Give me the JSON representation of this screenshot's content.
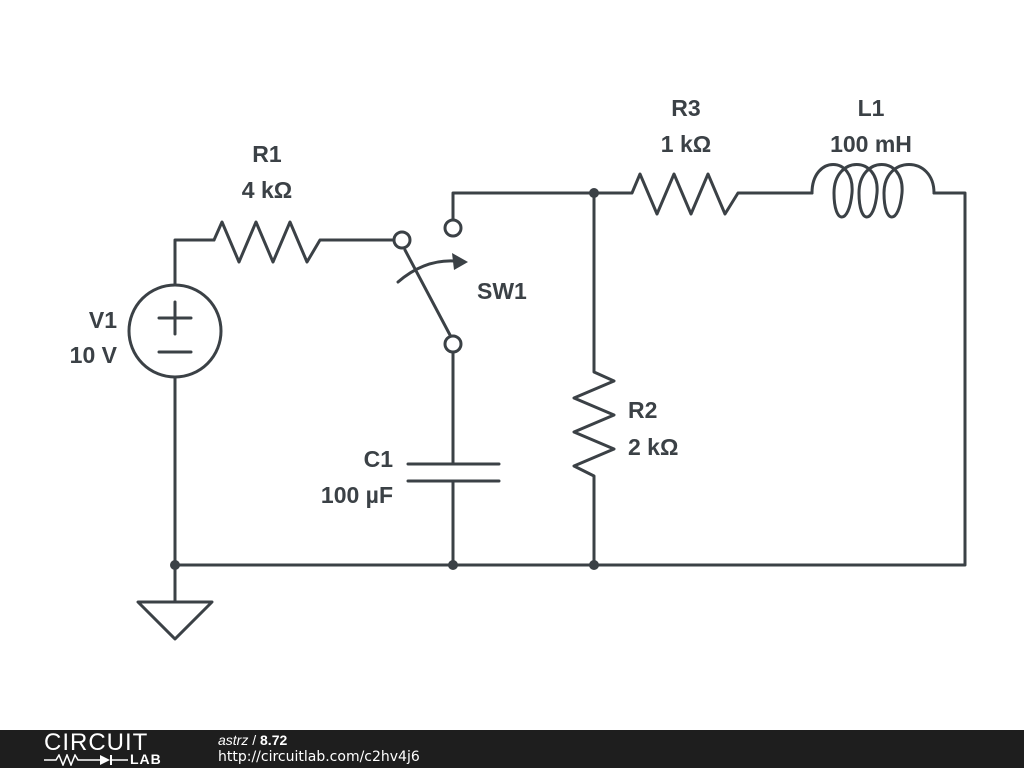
{
  "components": {
    "v1": {
      "name": "V1",
      "value": "10 V"
    },
    "r1": {
      "name": "R1",
      "value": "4 kΩ"
    },
    "sw1": {
      "name": "SW1"
    },
    "c1": {
      "name": "C1",
      "value": "100 µF"
    },
    "r2": {
      "name": "R2",
      "value": "2 kΩ"
    },
    "r3": {
      "name": "R3",
      "value": "1 kΩ"
    },
    "l1": {
      "name": "L1",
      "value": "100 mH"
    }
  },
  "footer": {
    "logo_top": "CIRCUIT",
    "logo_bottom": "LAB",
    "user": "astrz",
    "separator": " / ",
    "version": "8.72",
    "url": "http://circuitlab.com/c2hv4j6"
  },
  "colors": {
    "wire": "#3b4146",
    "footer_bg": "#1e1e1e"
  }
}
